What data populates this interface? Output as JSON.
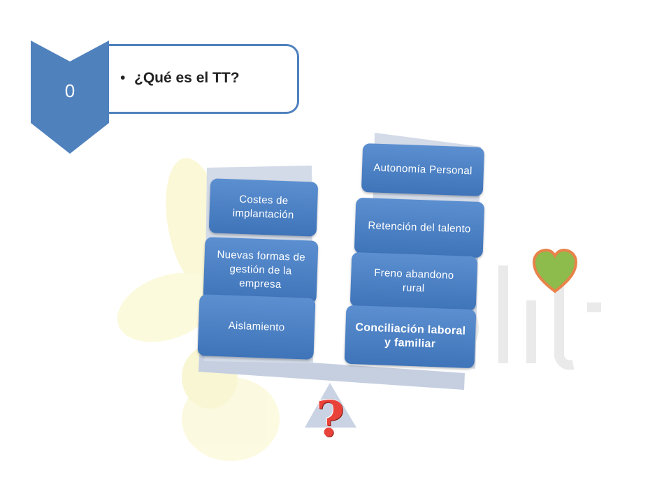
{
  "header": {
    "step_number": "0",
    "bullet": "•",
    "title": "¿Qué es el TT?"
  },
  "left_stack": {
    "items": [
      "Costes de implantación",
      "Nuevas formas de gestión de la empresa",
      "Aislamiento"
    ]
  },
  "right_stack": {
    "items": [
      "Autonomía Personal",
      "Retención del talento",
      "Freno abandono rural",
      "Conciliación laboral y familiar"
    ]
  },
  "question_mark": "?",
  "colors": {
    "accent": "#4f81bd",
    "box": "#4a7fc1",
    "heart": "#8dbb4c",
    "heart_outline": "#e8834a",
    "question": "#e8423a"
  }
}
